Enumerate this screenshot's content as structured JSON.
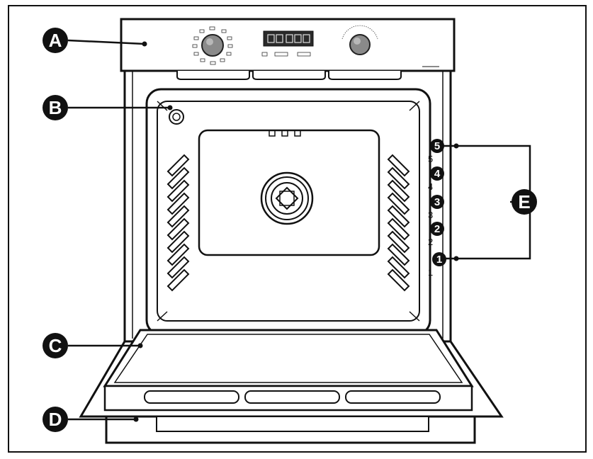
{
  "callouts": {
    "a": "A",
    "b": "B",
    "c": "C",
    "d": "D",
    "e": "E"
  },
  "shelf_levels": [
    {
      "badge": "5",
      "caption": "5"
    },
    {
      "badge": "4",
      "caption": "4"
    },
    {
      "badge": "3",
      "caption": "3"
    },
    {
      "badge": "2",
      "caption": "2"
    },
    {
      "badge": "1",
      "caption": "1"
    }
  ],
  "colors": {
    "ink": "#111111",
    "paper": "#ffffff",
    "knob": "#8a8a8a",
    "display": "#2a2a2a"
  }
}
